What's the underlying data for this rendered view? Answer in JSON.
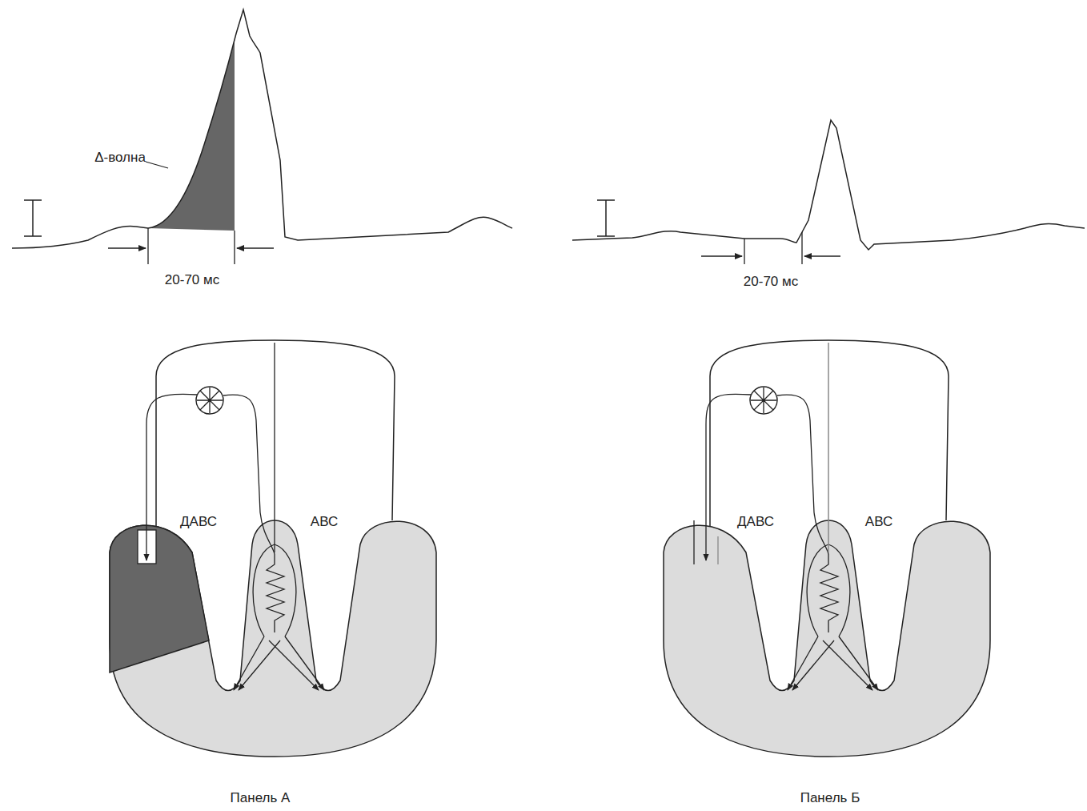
{
  "diagram": {
    "labels": [
      "Δ-волна",
      "20-70 мс",
      "ДАВС",
      "АВС",
      "Панель А",
      "20-70 мс",
      "ДАВС",
      "АВС",
      "Панель Б"
    ]
  }
}
